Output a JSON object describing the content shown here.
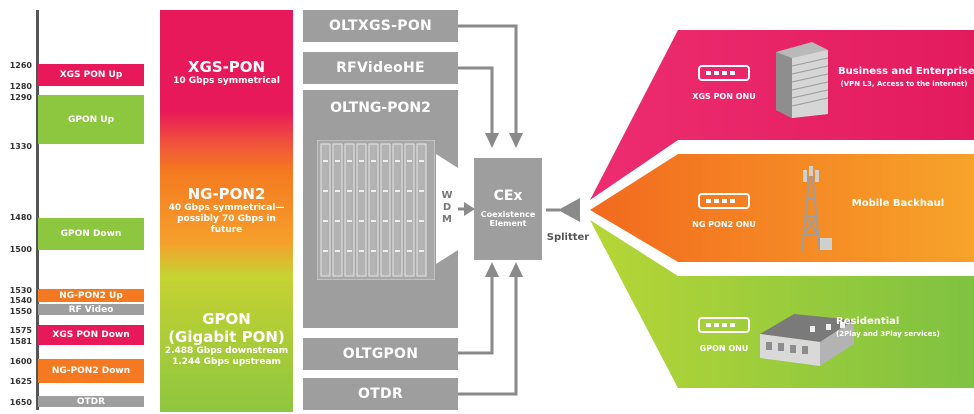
{
  "wavelength_scale": {
    "ticks": [
      "1260",
      "1280",
      "1290",
      "1330",
      "1480",
      "1500",
      "1530",
      "1540",
      "1550",
      "1575",
      "1581",
      "1600",
      "1625",
      "1650"
    ]
  },
  "bands": [
    {
      "label": "XGS PON Up",
      "color": "#e8195a"
    },
    {
      "label": "GPON Up",
      "color": "#8dc63f"
    },
    {
      "label": "GPON Down",
      "color": "#8dc63f"
    },
    {
      "label": "NG-PON2 Up",
      "color": "#f47920"
    },
    {
      "label": "RF Video",
      "color": "#9e9e9e"
    },
    {
      "label": "XGS PON Down",
      "color": "#e8195a"
    },
    {
      "label": "NG-PON2 Down",
      "color": "#f47920"
    },
    {
      "label": "OTDR",
      "color": "#9e9e9e"
    }
  ],
  "technologies": {
    "xgs": {
      "title": "XGS-PON",
      "subtitle": "10 Gbps symmetrical"
    },
    "ngpon2": {
      "title": "NG-PON2",
      "sub1": "40 Gbps symmetrical—",
      "sub2": "possibly 70 Gbps in future"
    },
    "gpon": {
      "title1": "GPON",
      "title2": "(Gigabit PON)",
      "sub1": "2.488 Gbps downstream",
      "sub2": "1.244 Gbps upstream"
    }
  },
  "equipment": {
    "olt_xgs": "OLTXGS-PON",
    "rf_video": "RFVideoHE",
    "olt_ng": "OLTNG-PON2",
    "wdm": "WDM",
    "olt_gpon": "OLTGPON",
    "otdr": "OTDR",
    "cex_title": "CEx",
    "cex_sub1": "Coexistence",
    "cex_sub2": "Element",
    "splitter": "Splitter"
  },
  "segments": [
    {
      "onu": "XGS PON ONU",
      "title": "Business and Enterprise",
      "subtitle": "(VPN L3, Access to the internet)"
    },
    {
      "onu": "NG PON2 ONU",
      "title": "Mobile Backhaul",
      "subtitle": ""
    },
    {
      "onu": "GPON ONU",
      "title": "Residential",
      "subtitle": "(2Play and 3Play services)"
    }
  ],
  "colors": {
    "pink": "#e8195a",
    "orange": "#f47920",
    "green": "#8dc63f",
    "gray": "#9e9e9e"
  }
}
